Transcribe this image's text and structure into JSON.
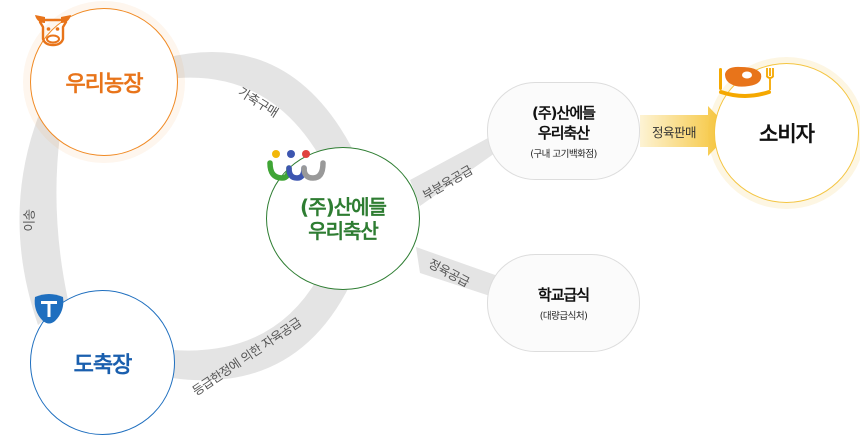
{
  "nodes": {
    "farm": {
      "name": "우리농장",
      "icon": "cow-head-icon"
    },
    "slaughterhouse": {
      "name": "도축장",
      "icon": "t-bone-steak-icon"
    },
    "center": {
      "name_line1": "(주)산에들",
      "name_line2": "우리축산",
      "icon": "people-logo-icon"
    },
    "store": {
      "name_line1": "(주)산에들",
      "name_line2": "우리축산",
      "sub": "(구내 고기백화점)"
    },
    "school": {
      "name": "학교급식",
      "sub": "(대량급식처)"
    },
    "consumer": {
      "name": "소비자",
      "icon": "steak-plate-icon"
    }
  },
  "flows": {
    "buy_livestock": "가축구매",
    "transport": "이송",
    "grading": "등급한정에 의한 자육공급",
    "partial_meat_supply": "부분육공급",
    "carcass_meat_supply": "정육공급",
    "meat_sale": "정육판매"
  },
  "colors": {
    "farm": "#f08a24",
    "slaughterhouse": "#1f6fbf",
    "center": "#2e7d32",
    "consumer": "#f4c542",
    "arrow": "#e4e4e4"
  }
}
